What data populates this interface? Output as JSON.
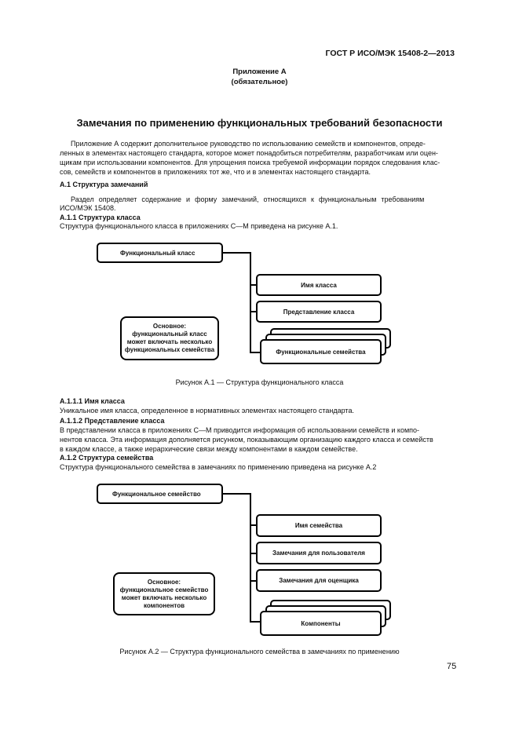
{
  "header": {
    "standard": "ГОСТ Р ИСО/МЭК 15408-2—2013"
  },
  "appendix": {
    "title": "Приложение А",
    "status": "(обязательное)"
  },
  "section_title": "Замечания по применению функциональных требований безопасности",
  "intro_lines": [
    "Приложение А содержит дополнительное руководство по использованию семейств и компонентов, опреде-",
    "ленных в элементах настоящего стандарта, которое может понадобиться потребителям, разработчикам или оцен-",
    "щикам при использовании компонентов. Для упрощения поиска требуемой информации порядок следования клас-",
    "сов, семейств и компонентов в приложениях тот же, что и в элементах настоящего стандарта."
  ],
  "a1": {
    "heading": "А.1 Структура замечаний",
    "text_lines": [
      "Раздел определяет содержание и форму замечаний, относящихся к функциональным требованиям",
      "ИСО/МЭК 15408."
    ]
  },
  "a11": {
    "heading": "А.1.1 Структура класса",
    "text": "Структура функционального класса в приложениях С—М приведена на рисунке А.1."
  },
  "fig1": {
    "root": "Функциональный класс",
    "items": [
      "Имя класса",
      "Представление класса",
      "Функциональные семейства"
    ],
    "note": "Основное:\nфункциональный класс\nможет включать несколько\nфункциональных семейства",
    "caption": "Рисунок А.1 — Структура функционального класса"
  },
  "a111": {
    "heading": "А.1.1.1 Имя класса",
    "text": "Уникальное имя класса, определенное в нормативных элементах настоящего стандарта."
  },
  "a112": {
    "heading": "А.1.1.2 Представление класса",
    "text_lines": [
      "В представлении класса в приложениях С—М приводится информация об использовании семейств и компо-",
      "нентов класса. Эта информация дополняется рисунком, показывающим организацию каждого класса и семейств",
      "в каждом классе, а также иерархические связи между компонентами в каждом семействе."
    ]
  },
  "a12": {
    "heading": "А.1.2 Структура семейства",
    "text": "Структура функционального семейства в замечаниях по применению приведена на рисунке А.2"
  },
  "fig2": {
    "root": "Функциональное семейство",
    "items": [
      "Имя семейства",
      "Замечания для пользователя",
      "Замечания для оценщика",
      "Компоненты"
    ],
    "note": "Основное:\nфункциональное семейство\nможет включать несколько\nкомпонентов",
    "caption": "Рисунок А.2 — Структура функционального семейства в замечаниях по применению"
  },
  "page_number": "75"
}
